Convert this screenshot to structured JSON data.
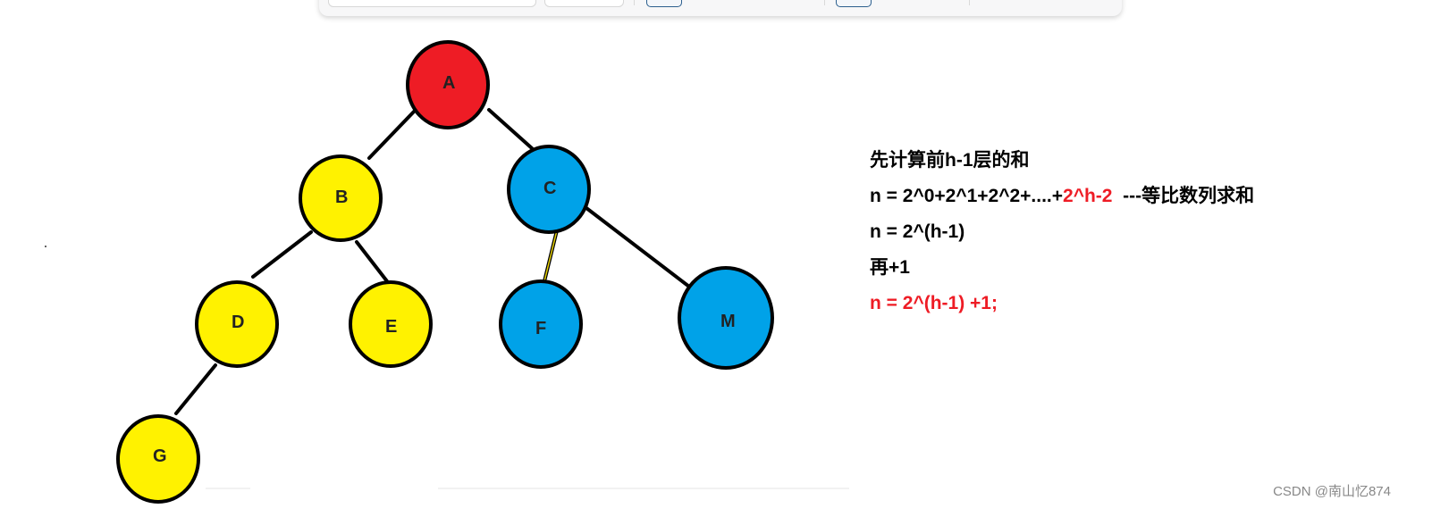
{
  "colors": {
    "red_node": "#ee1c25",
    "yellow_node": "#fff200",
    "blue_node": "#00a2e8",
    "outline": "#000000",
    "formula_highlight": "#ee1c25"
  },
  "tree": {
    "nodes": [
      {
        "id": "A",
        "label": "A",
        "color": "red"
      },
      {
        "id": "B",
        "label": "B",
        "color": "yellow"
      },
      {
        "id": "C",
        "label": "C",
        "color": "blue"
      },
      {
        "id": "D",
        "label": "D",
        "color": "yellow"
      },
      {
        "id": "E",
        "label": "E",
        "color": "yellow"
      },
      {
        "id": "F",
        "label": "F",
        "color": "blue"
      },
      {
        "id": "M",
        "label": "M",
        "color": "blue"
      },
      {
        "id": "G",
        "label": "G",
        "color": "yellow"
      }
    ],
    "edges": [
      [
        "A",
        "B"
      ],
      [
        "A",
        "C"
      ],
      [
        "B",
        "D"
      ],
      [
        "B",
        "E"
      ],
      [
        "C",
        "F"
      ],
      [
        "C",
        "M"
      ],
      [
        "D",
        "G"
      ]
    ]
  },
  "formula": {
    "line1": "先计算前h-1层的和",
    "line2_prefix": "n = 2^0+2^1+2^2+....+",
    "line2_highlight": "2^h-2",
    "line2_suffix": "  ---等比数列求和",
    "line3": "n = 2^(h-1)",
    "line4": "再+1",
    "line5": "n = 2^(h-1) +1;"
  },
  "watermark": "CSDN @南山忆874"
}
